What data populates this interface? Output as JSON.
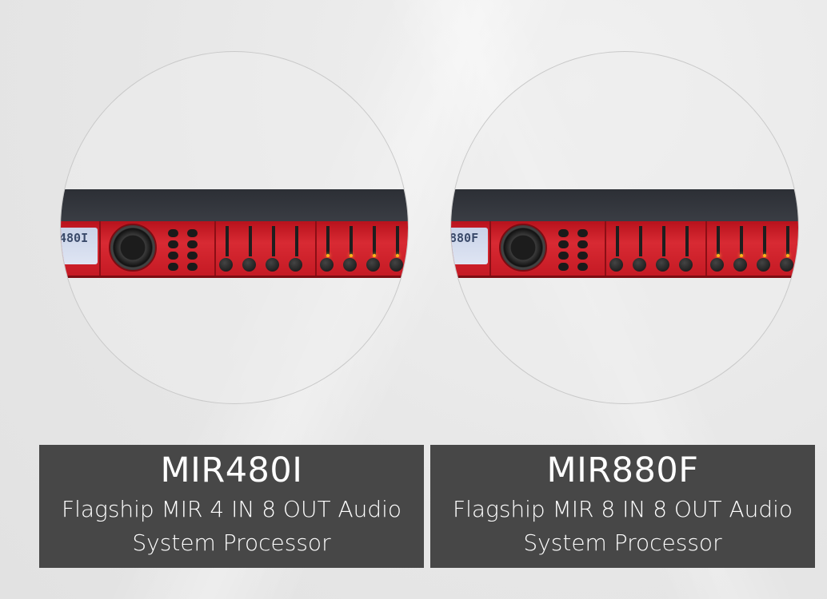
{
  "products": [
    {
      "model": "MIR480I",
      "description_line1": "Flagship MIR 4 IN 8 OUT Audio",
      "description_line2": "System Processor",
      "lcd_text": "480I"
    },
    {
      "model": "MIR880F",
      "description_line1": "Flagship MIR 8 IN 8 OUT Audio",
      "description_line2": "System Processor",
      "lcd_text": "880F"
    }
  ],
  "colors": {
    "device_red": "#d82a33",
    "label_background": "#474747",
    "label_text": "#ffffff",
    "page_background": "#e9e9e9"
  }
}
